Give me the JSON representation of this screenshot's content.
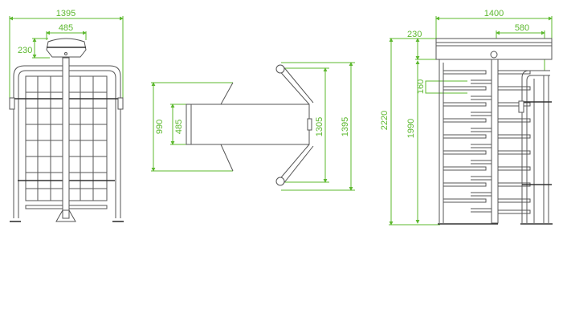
{
  "colors": {
    "dimension": "#5cb82e",
    "drawing": "#555555"
  },
  "front_view": {
    "width": "1395",
    "head_width": "485",
    "head_height": "230"
  },
  "top_view": {
    "depth": "990",
    "body_depth": "485",
    "arm_span": "1305",
    "overall": "1395"
  },
  "side_view": {
    "width": "1400",
    "post_offset": "580",
    "top_height": "230",
    "total_height": "2220",
    "passage_height": "1990",
    "bar_spacing": "160"
  }
}
